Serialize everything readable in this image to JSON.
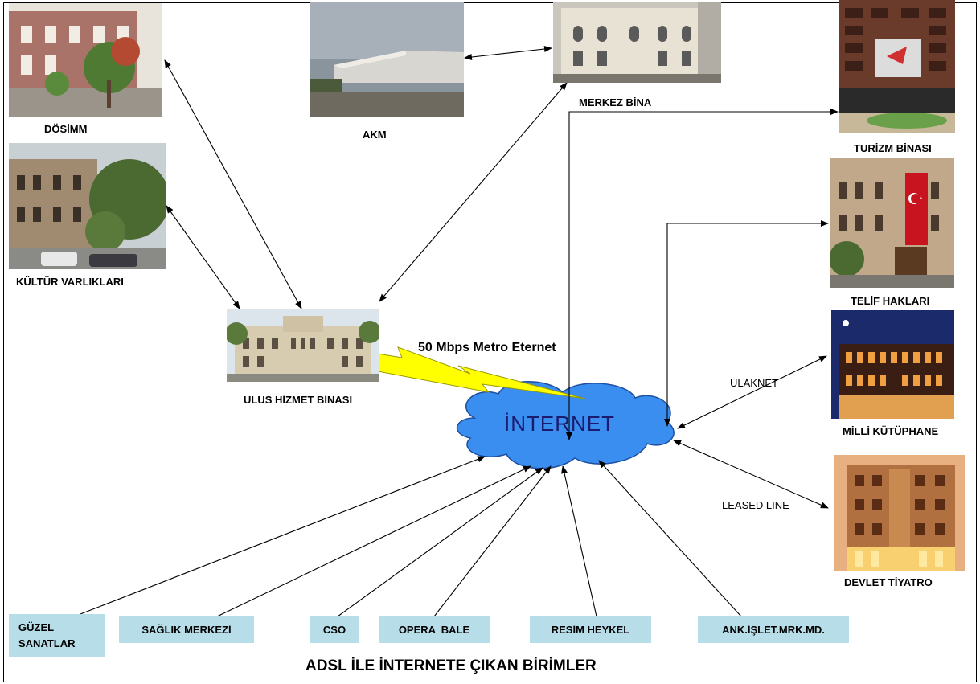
{
  "nodes": {
    "dosimm": "DÖSİMM",
    "akm": "AKM",
    "merkez": "MERKEZ BİNA",
    "turizm": "TURİZM BİNASI",
    "kultur": "KÜLTÜR VARLIKLARI",
    "telif": "TELİF HAKLARI",
    "ulus": "ULUS HİZMET BİNASI",
    "milli": "MİLLİ KÜTÜPHANE",
    "devlet": "DEVLET TİYATRO"
  },
  "internet": "İNTERNET",
  "link_labels": {
    "metro": "50 Mbps Metro Eternet",
    "ulaknet": "ULAKNET",
    "leased": "LEASED LINE"
  },
  "adsl_units": {
    "guzel": "GÜZEL SANATLAR",
    "saglik": "SAĞLIK MERKEZİ",
    "cso": "CSO",
    "opera": "OPERA  BALE",
    "resim": "RESİM HEYKEL",
    "ank": "ANK.İŞLET.MRK.MD."
  },
  "footer_title": "ADSL İLE İNTERNETE ÇIKAN BİRİMLER",
  "colors": {
    "cloud_fill": "#3a8ef0",
    "bolt_fill": "#ffff00",
    "box_fill": "#b7dde8"
  }
}
